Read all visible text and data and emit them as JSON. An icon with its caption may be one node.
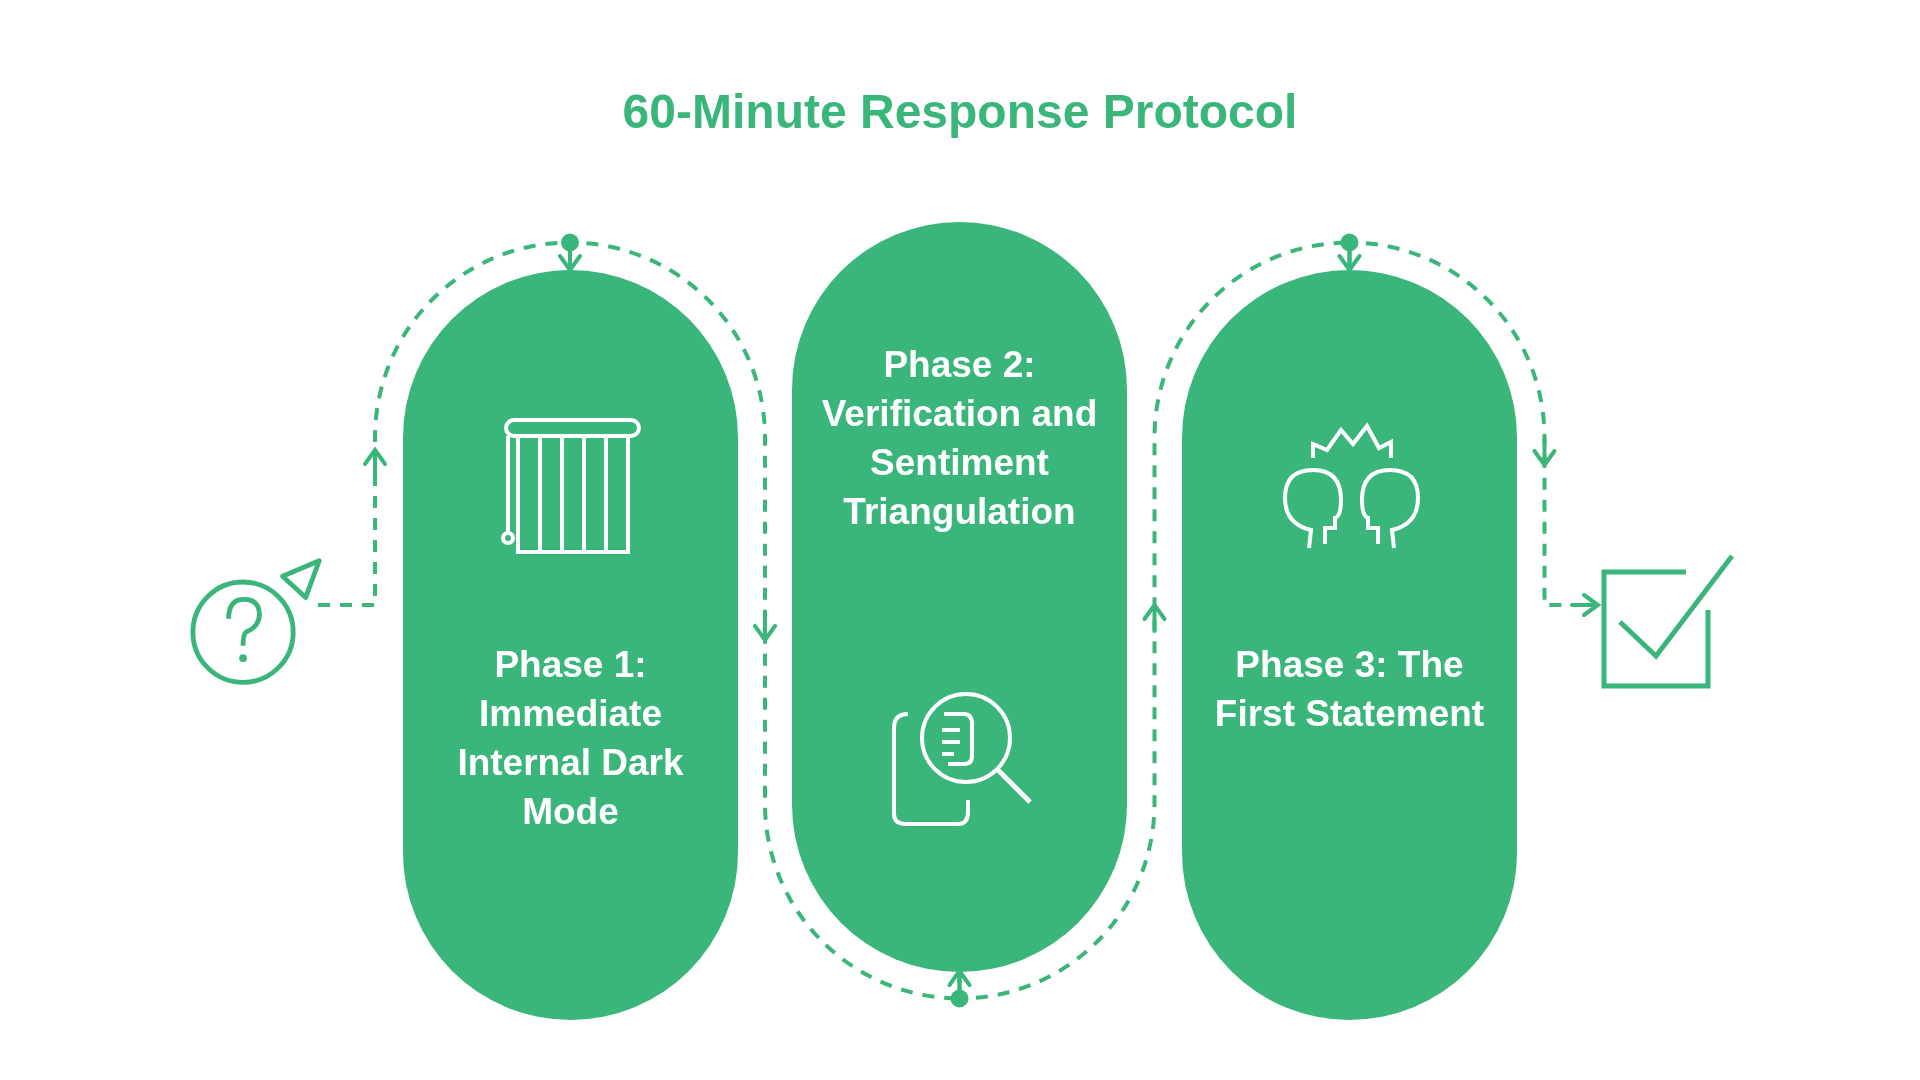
{
  "diagram": {
    "title": "60-Minute Response Protocol",
    "nodes": [
      {
        "text": [],
        "shape": "circle"
      },
      {
        "text": [
          "Phase 1: Immediate Internal Dark Mode"
        ]
      },
      {
        "text": [
          "Phase 2: Verification and Sentiment Triangulation"
        ]
      },
      {
        "text": [
          "Phase 3: The First Statement"
        ]
      },
      {
        "text": [],
        "shape": "box"
      }
    ],
    "edges": [
      {
        "from": 0,
        "to": 1,
        "arrow": "to",
        "style": "dashed"
      },
      {
        "from": 1,
        "to": 2,
        "arrow": "to",
        "style": "dashed"
      },
      {
        "from": 2,
        "to": 3,
        "arrow": "to",
        "style": "dashed"
      },
      {
        "from": 3,
        "to": 4,
        "arrow": "to",
        "style": "dashed"
      }
    ]
  }
}
